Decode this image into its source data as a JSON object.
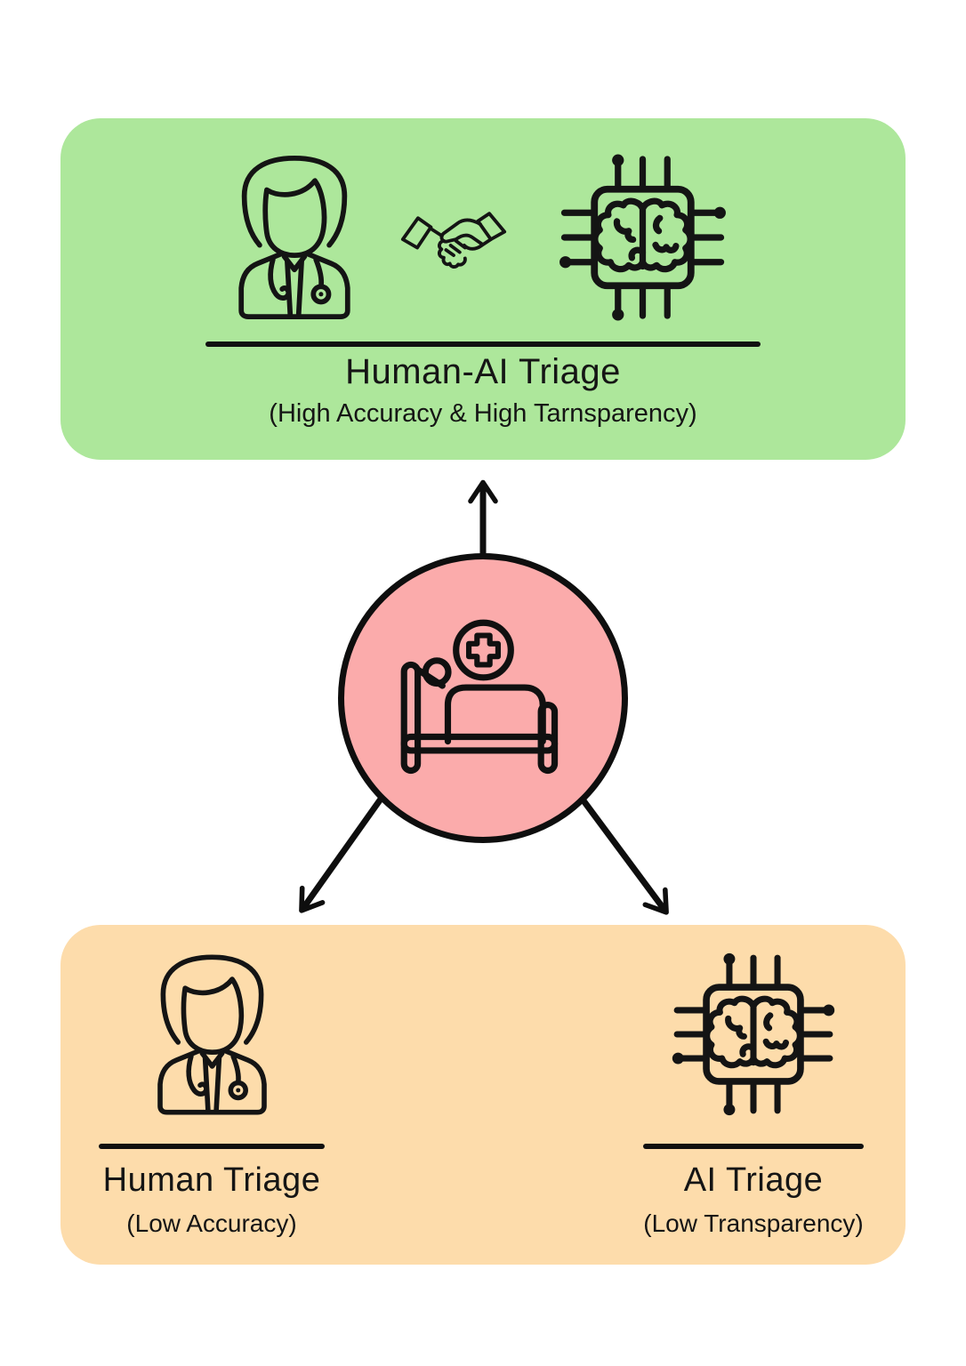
{
  "diagram": {
    "background": "#ffffff",
    "stroke_color": "#141414",
    "top_card": {
      "bg_color": "#ade79b",
      "title": "Human-AI Triage",
      "subtitle": "(High Accuracy & High Tarnsparency)",
      "icons": [
        {
          "name": "female-doctor-icon"
        },
        {
          "name": "handshake-icon"
        },
        {
          "name": "ai-chip-brain-icon"
        }
      ]
    },
    "center_node": {
      "bg_color": "#fbabab",
      "icon": "patient-in-bed-icon"
    },
    "arrows": [
      {
        "direction": "up",
        "from": "patient-node",
        "to": "human-ai-triage-card"
      },
      {
        "direction": "down-left",
        "from": "patient-node",
        "to": "human-triage-column"
      },
      {
        "direction": "down-right",
        "from": "patient-node",
        "to": "ai-triage-column"
      }
    ],
    "bottom_card": {
      "bg_color": "#fddcab",
      "left": {
        "icon": "female-doctor-icon",
        "title": "Human Triage",
        "subtitle": "(Low Accuracy)"
      },
      "right": {
        "icon": "ai-chip-brain-icon",
        "title": "AI Triage",
        "subtitle": "(Low Transparency)"
      }
    }
  }
}
